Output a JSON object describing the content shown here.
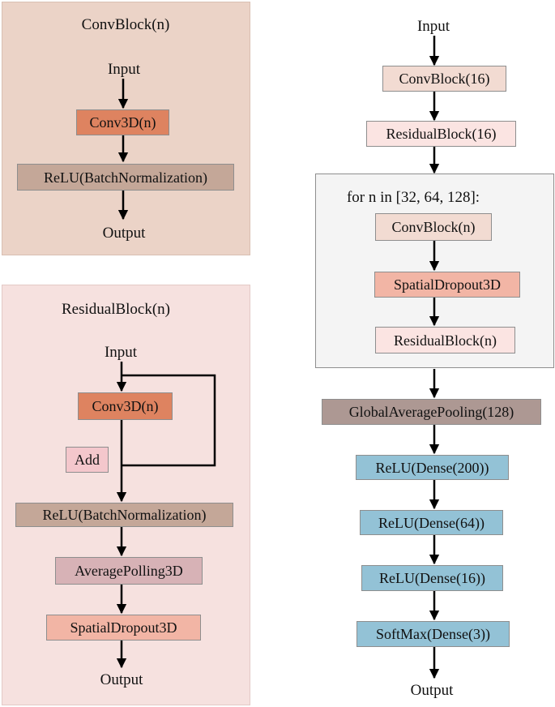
{
  "colors": {
    "convblock_panel_bg": "#ebd3c7",
    "residual_panel_bg": "#f6e1df",
    "loop_panel_bg": "#f4f4f4",
    "conv3d": "#de8360",
    "relu_bn": "#c4a798",
    "convblock_node": "#f2dbd2",
    "residual_node": "#fbe4e2",
    "spatial_dropout": "#f2b5a5",
    "average_pooling": "#d7b2b6",
    "add": "#f4c7cc",
    "global_pooling": "#ad9893",
    "dense": "#93c2d6"
  },
  "convblock_panel": {
    "title": "ConvBlock(n)",
    "input": "Input",
    "conv3d": "Conv3D(n)",
    "relu_bn": "ReLU(BatchNormalization)",
    "output": "Output"
  },
  "residual_panel": {
    "title": "ResidualBlock(n)",
    "input": "Input",
    "conv3d": "Conv3D(n)",
    "add": "Add",
    "relu_bn": "ReLU(BatchNormalization)",
    "avg_pool": "AveragePolling3D",
    "dropout": "SpatialDropout3D",
    "output": "Output"
  },
  "main_flow": {
    "input": "Input",
    "convblock16": "ConvBlock(16)",
    "residual16": "ResidualBlock(16)",
    "loop": {
      "label": "for  n in [32, 64, 128]:",
      "convblock": "ConvBlock(n)",
      "dropout": "SpatialDropout3D",
      "residual": "ResidualBlock(n)"
    },
    "global_pool": "GlobalAveragePooling(128)",
    "dense200": "ReLU(Dense(200))",
    "dense64": "ReLU(Dense(64))",
    "dense16": "ReLU(Dense(16))",
    "softmax": "SoftMax(Dense(3))",
    "output": "Output"
  }
}
